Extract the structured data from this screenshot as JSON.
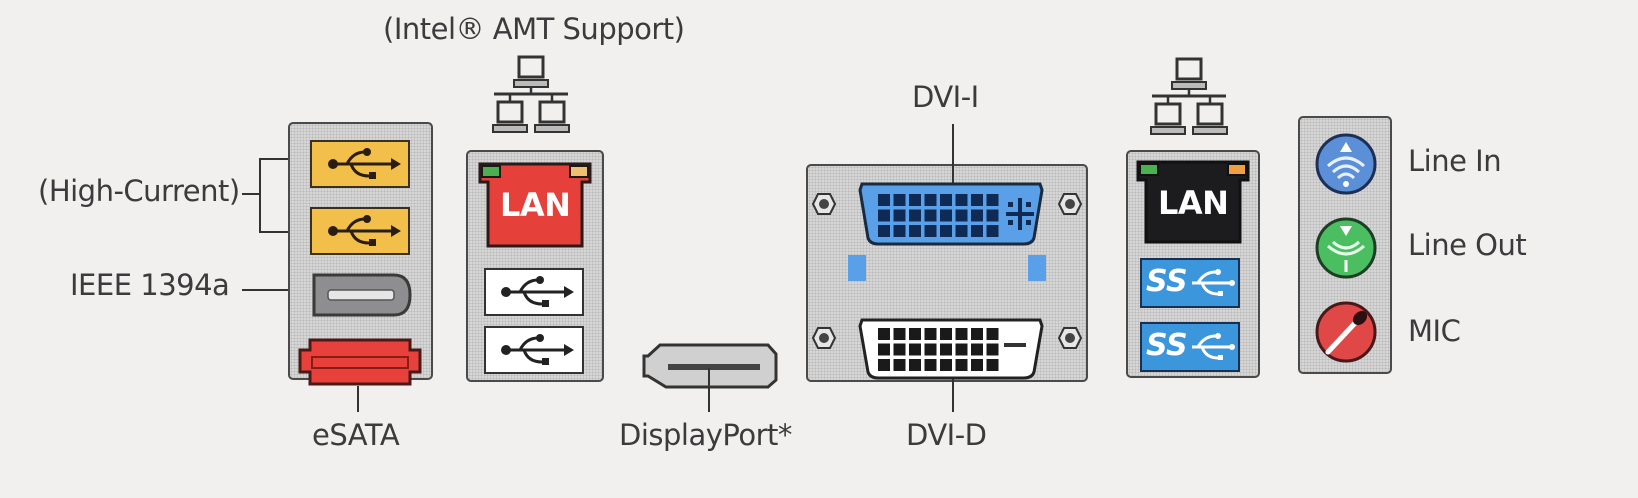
{
  "title": "Back Panel Connectors",
  "labels": {
    "amt": "(Intel® AMT Support)",
    "high_current": "(High-Current)",
    "ieee1394": "IEEE 1394a",
    "esata": "eSATA",
    "displayport": "DisplayPort*",
    "dvi_i": "DVI-I",
    "dvi_d": "DVI-D",
    "line_in": "Line In",
    "line_out": "Line Out",
    "mic": "MIC"
  },
  "ports": {
    "lan_primary": "LAN",
    "lan_secondary": "LAN",
    "usb3_a": "SS",
    "usb3_b": "SS"
  },
  "colors": {
    "usb_high_current": "#f2c04a",
    "esata": "#e8403a",
    "lan_amt": "#e5403a",
    "lan_standard": "#1c1c1e",
    "dvi_i": "#5aa0e8",
    "usb3": "#3c96dc",
    "line_in": "#5b8fd8",
    "line_out": "#4cbe62",
    "mic": "#e04848",
    "led_green": "#4caf50",
    "led_orange": "#f0a040"
  }
}
